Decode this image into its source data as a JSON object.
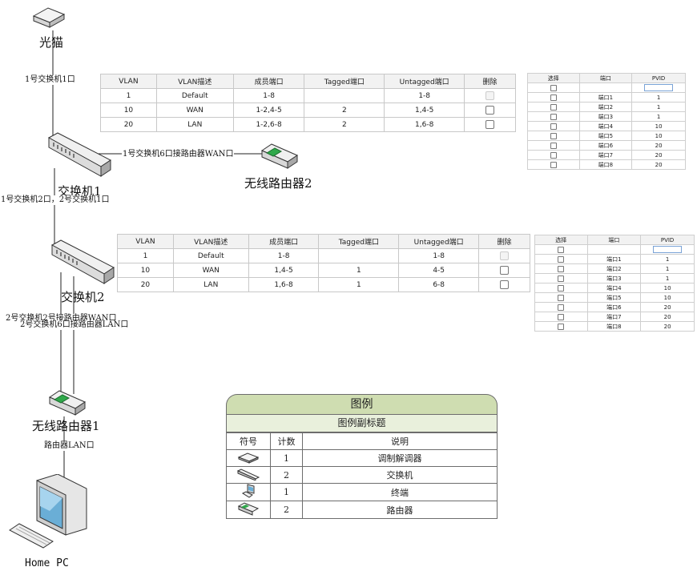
{
  "nodes": {
    "modem": "光猫",
    "switch1": "交换机1",
    "switch2": "交换机2",
    "router2": "无线路由器2",
    "router1": "无线路由器1",
    "pc": "Home PC"
  },
  "links": {
    "modem_sw1": "1号交换机1口",
    "sw1_router2": "1号交换机6口接路由器WAN口",
    "sw1_sw2": "1号交换机2口，2号交换机1口",
    "sw2_router1_wan": "2号交换机2号接路由器WAN口",
    "sw2_router1_lan": "2号交换机6口接路由器LAN口",
    "router1_pc": "路由器LAN口"
  },
  "vlan_headers": [
    "VLAN",
    "VLAN描述",
    "成员端口",
    "Tagged端口",
    "Untagged端口",
    "删除"
  ],
  "vlan_table_1": [
    {
      "vlan": "1",
      "desc": "Default",
      "members": "1-8",
      "tagged": "",
      "untagged": "1-8"
    },
    {
      "vlan": "10",
      "desc": "WAN",
      "members": "1-2,4-5",
      "tagged": "2",
      "untagged": "1,4-5"
    },
    {
      "vlan": "20",
      "desc": "LAN",
      "members": "1-2,6-8",
      "tagged": "2",
      "untagged": "1,6-8"
    }
  ],
  "vlan_table_2": [
    {
      "vlan": "1",
      "desc": "Default",
      "members": "1-8",
      "tagged": "",
      "untagged": "1-8"
    },
    {
      "vlan": "10",
      "desc": "WAN",
      "members": "1,4-5",
      "tagged": "1",
      "untagged": "4-5"
    },
    {
      "vlan": "20",
      "desc": "LAN",
      "members": "1,6-8",
      "tagged": "1",
      "untagged": "6-8"
    }
  ],
  "pvid_headers": [
    "选择",
    "端口",
    "PVID"
  ],
  "pvid_table_1": [
    {
      "port": "端口1",
      "pvid": "1"
    },
    {
      "port": "端口2",
      "pvid": "1"
    },
    {
      "port": "端口3",
      "pvid": "1"
    },
    {
      "port": "端口4",
      "pvid": "10"
    },
    {
      "port": "端口5",
      "pvid": "10"
    },
    {
      "port": "端口6",
      "pvid": "20"
    },
    {
      "port": "端口7",
      "pvid": "20"
    },
    {
      "port": "端口8",
      "pvid": "20"
    }
  ],
  "pvid_table_2": [
    {
      "port": "端口1",
      "pvid": "1"
    },
    {
      "port": "端口2",
      "pvid": "1"
    },
    {
      "port": "端口3",
      "pvid": "1"
    },
    {
      "port": "端口4",
      "pvid": "10"
    },
    {
      "port": "端口5",
      "pvid": "10"
    },
    {
      "port": "端口6",
      "pvid": "20"
    },
    {
      "port": "端口7",
      "pvid": "20"
    },
    {
      "port": "端口8",
      "pvid": "20"
    }
  ],
  "legend": {
    "title": "图例",
    "subtitle": "图例副标题",
    "headers": [
      "符号",
      "计数",
      "说明"
    ],
    "rows": [
      {
        "icon": "modem-icon",
        "count": "1",
        "desc": "调制解调器"
      },
      {
        "icon": "switch-icon",
        "count": "2",
        "desc": "交换机"
      },
      {
        "icon": "terminal-icon",
        "count": "1",
        "desc": "终端"
      },
      {
        "icon": "router-icon",
        "count": "2",
        "desc": "路由器"
      }
    ]
  },
  "colors": {
    "legend_title_bg": "#cfddb1",
    "legend_sub_bg": "#e9f0dc",
    "router_accent": "#2fa84a",
    "pvid_input_border": "#7aa3d6"
  }
}
